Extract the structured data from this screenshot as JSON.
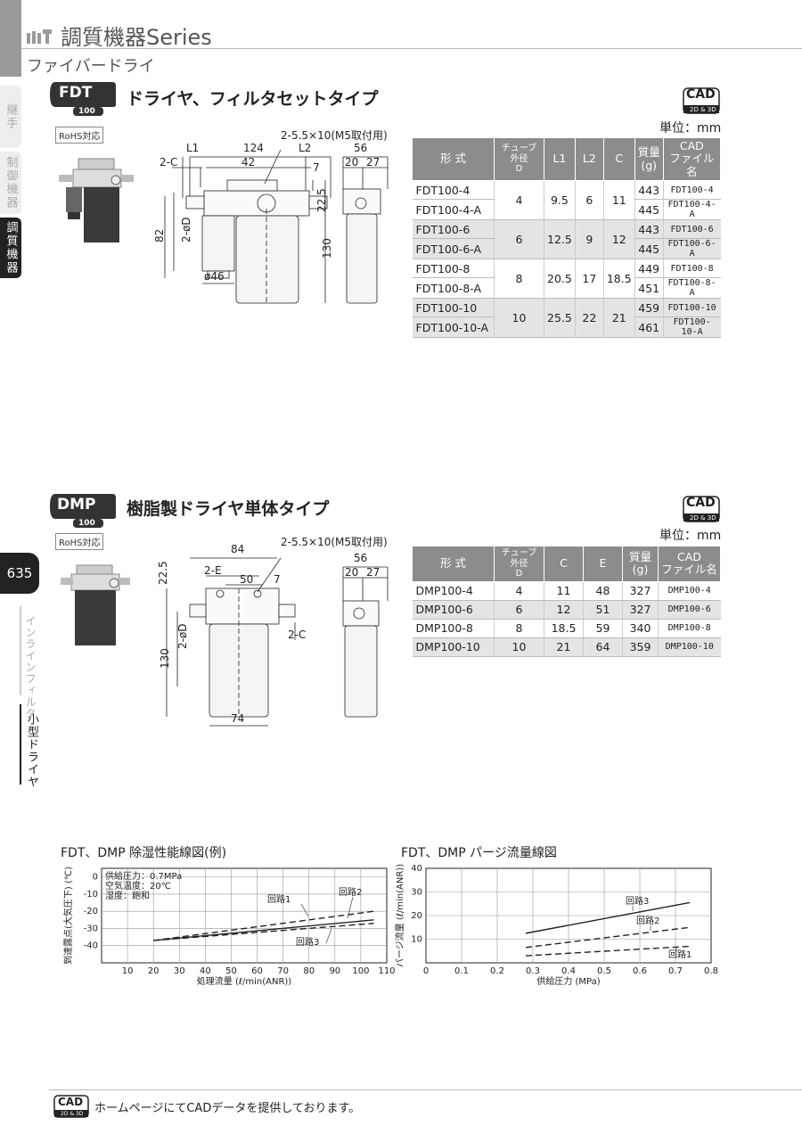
{
  "header": {
    "title": "調質機器Series",
    "subtitle": "ファイバードライ"
  },
  "side_tabs": [
    {
      "label": "継手"
    },
    {
      "label": "制御機器"
    },
    {
      "label": "調質機器"
    }
  ],
  "page_number": "635",
  "side_labels": {
    "inline_filter": "インラインフィルタ",
    "small_dryer": "小型ドライヤ"
  },
  "common": {
    "rohs": "RoHS対応",
    "unit": "単位：mm",
    "cad_text": "CAD",
    "cad_sub": "2D & 3D"
  },
  "fdt": {
    "badge": "FDT",
    "badge_num": "100",
    "title": "ドライヤ、フィルタセットタイプ",
    "dims": {
      "L1": "L1",
      "d124": "124",
      "L2": "L2",
      "d56": "56",
      "twoC": "2-C",
      "d42": "42",
      "d7": "7",
      "d20": "20",
      "d27": "27",
      "mount": "2-5.5×10(M5取付用)",
      "d82": "82",
      "twoD": "2-øD",
      "d22_5": "22.5",
      "d130": "130",
      "d46": "ø46"
    },
    "headers": [
      "形 式",
      "チューブ外径\nD",
      "L1",
      "L2",
      "C",
      "質量\n(g)",
      "CAD\nファイル名"
    ],
    "rows": [
      {
        "model": "FDT100-4",
        "D": "4",
        "L1": "9.5",
        "L2": "6",
        "C": "11",
        "mass": "443",
        "cad": "FDT100-4"
      },
      {
        "model": "FDT100-4-A",
        "mass": "445",
        "cad": "FDT100-4-A"
      },
      {
        "model": "FDT100-6",
        "D": "6",
        "L1": "12.5",
        "L2": "9",
        "C": "12",
        "mass": "443",
        "cad": "FDT100-6"
      },
      {
        "model": "FDT100-6-A",
        "mass": "445",
        "cad": "FDT100-6-A"
      },
      {
        "model": "FDT100-8",
        "D": "8",
        "L1": "20.5",
        "L2": "17",
        "C": "18.5",
        "mass": "449",
        "cad": "FDT100-8"
      },
      {
        "model": "FDT100-8-A",
        "mass": "451",
        "cad": "FDT100-8-A"
      },
      {
        "model": "FDT100-10",
        "D": "10",
        "L1": "25.5",
        "L2": "22",
        "C": "21",
        "mass": "459",
        "cad": "FDT100-10"
      },
      {
        "model": "FDT100-10-A",
        "mass": "461",
        "cad": "FDT100-10-A"
      }
    ]
  },
  "dmp": {
    "badge": "DMP",
    "badge_num": "100",
    "title": "樹脂製ドライヤ単体タイプ",
    "dims": {
      "d84": "84",
      "mount": "2-5.5×10(M5取付用)",
      "d56": "56",
      "d22_5": "22.5",
      "twoE": "2-E",
      "d50": "50",
      "d7": "7",
      "d20": "20",
      "d27": "27",
      "twoD": "2-øD",
      "twoC": "2-C",
      "d130": "130",
      "d74": "74"
    },
    "headers": [
      "形 式",
      "チューブ外径\nD",
      "C",
      "E",
      "質量\n(g)",
      "CAD\nファイル名"
    ],
    "rows": [
      {
        "model": "DMP100-4",
        "D": "4",
        "C": "11",
        "E": "48",
        "mass": "327",
        "cad": "DMP100-4"
      },
      {
        "model": "DMP100-6",
        "D": "6",
        "C": "12",
        "E": "51",
        "mass": "327",
        "cad": "DMP100-6"
      },
      {
        "model": "DMP100-8",
        "D": "8",
        "C": "18.5",
        "E": "59",
        "mass": "340",
        "cad": "DMP100-8"
      },
      {
        "model": "DMP100-10",
        "D": "10",
        "C": "21",
        "E": "64",
        "mass": "359",
        "cad": "DMP100-10"
      }
    ]
  },
  "chart_data": [
    {
      "type": "line",
      "title": "FDT、DMP 除湿性能線図(例)",
      "xlabel": "処理流量 (ℓ/min(ANR))",
      "ylabel": "到達露点(大気圧下) (℃)",
      "xlim": [
        0,
        110
      ],
      "ylim": [
        -50,
        5
      ],
      "x_ticks": [
        10,
        20,
        30,
        40,
        50,
        60,
        70,
        80,
        90,
        100,
        110
      ],
      "y_ticks": [
        0,
        -10,
        -20,
        -30,
        -40
      ],
      "conditions": [
        "供給圧力：0.7MPa",
        "空気温度：20℃",
        "湿度：飽和"
      ],
      "grid": true,
      "series": [
        {
          "name": "回路1",
          "style": "dashed",
          "x": [
            20,
            105
          ],
          "y": [
            -37,
            -20
          ]
        },
        {
          "name": "回路2",
          "style": "dashed",
          "x": [
            20,
            105
          ],
          "y": [
            -37,
            -27
          ]
        },
        {
          "name": "回路3",
          "style": "solid",
          "x": [
            20,
            105
          ],
          "y": [
            -37,
            -25
          ]
        }
      ]
    },
    {
      "type": "line",
      "title": "FDT、DMP パージ流量線図",
      "xlabel": "供給圧力 (MPa)",
      "ylabel": "パージ流量 (ℓ/min(ANR))",
      "xlim": [
        0,
        0.8
      ],
      "ylim": [
        0,
        40
      ],
      "x_ticks": [
        0,
        0.1,
        0.2,
        0.3,
        0.4,
        0.5,
        0.6,
        0.7,
        0.8
      ],
      "y_ticks": [
        10,
        20,
        30,
        40
      ],
      "grid": true,
      "series": [
        {
          "name": "回路3",
          "style": "solid",
          "x": [
            0.28,
            0.74
          ],
          "y": [
            12.5,
            25.5
          ]
        },
        {
          "name": "回路2",
          "style": "dashed",
          "x": [
            0.28,
            0.74
          ],
          "y": [
            6.5,
            15
          ]
        },
        {
          "name": "回路1",
          "style": "dashed",
          "x": [
            0.28,
            0.74
          ],
          "y": [
            3,
            7
          ]
        }
      ]
    }
  ],
  "footer": {
    "text": "ホームページにてCADデータを提供しております。"
  }
}
